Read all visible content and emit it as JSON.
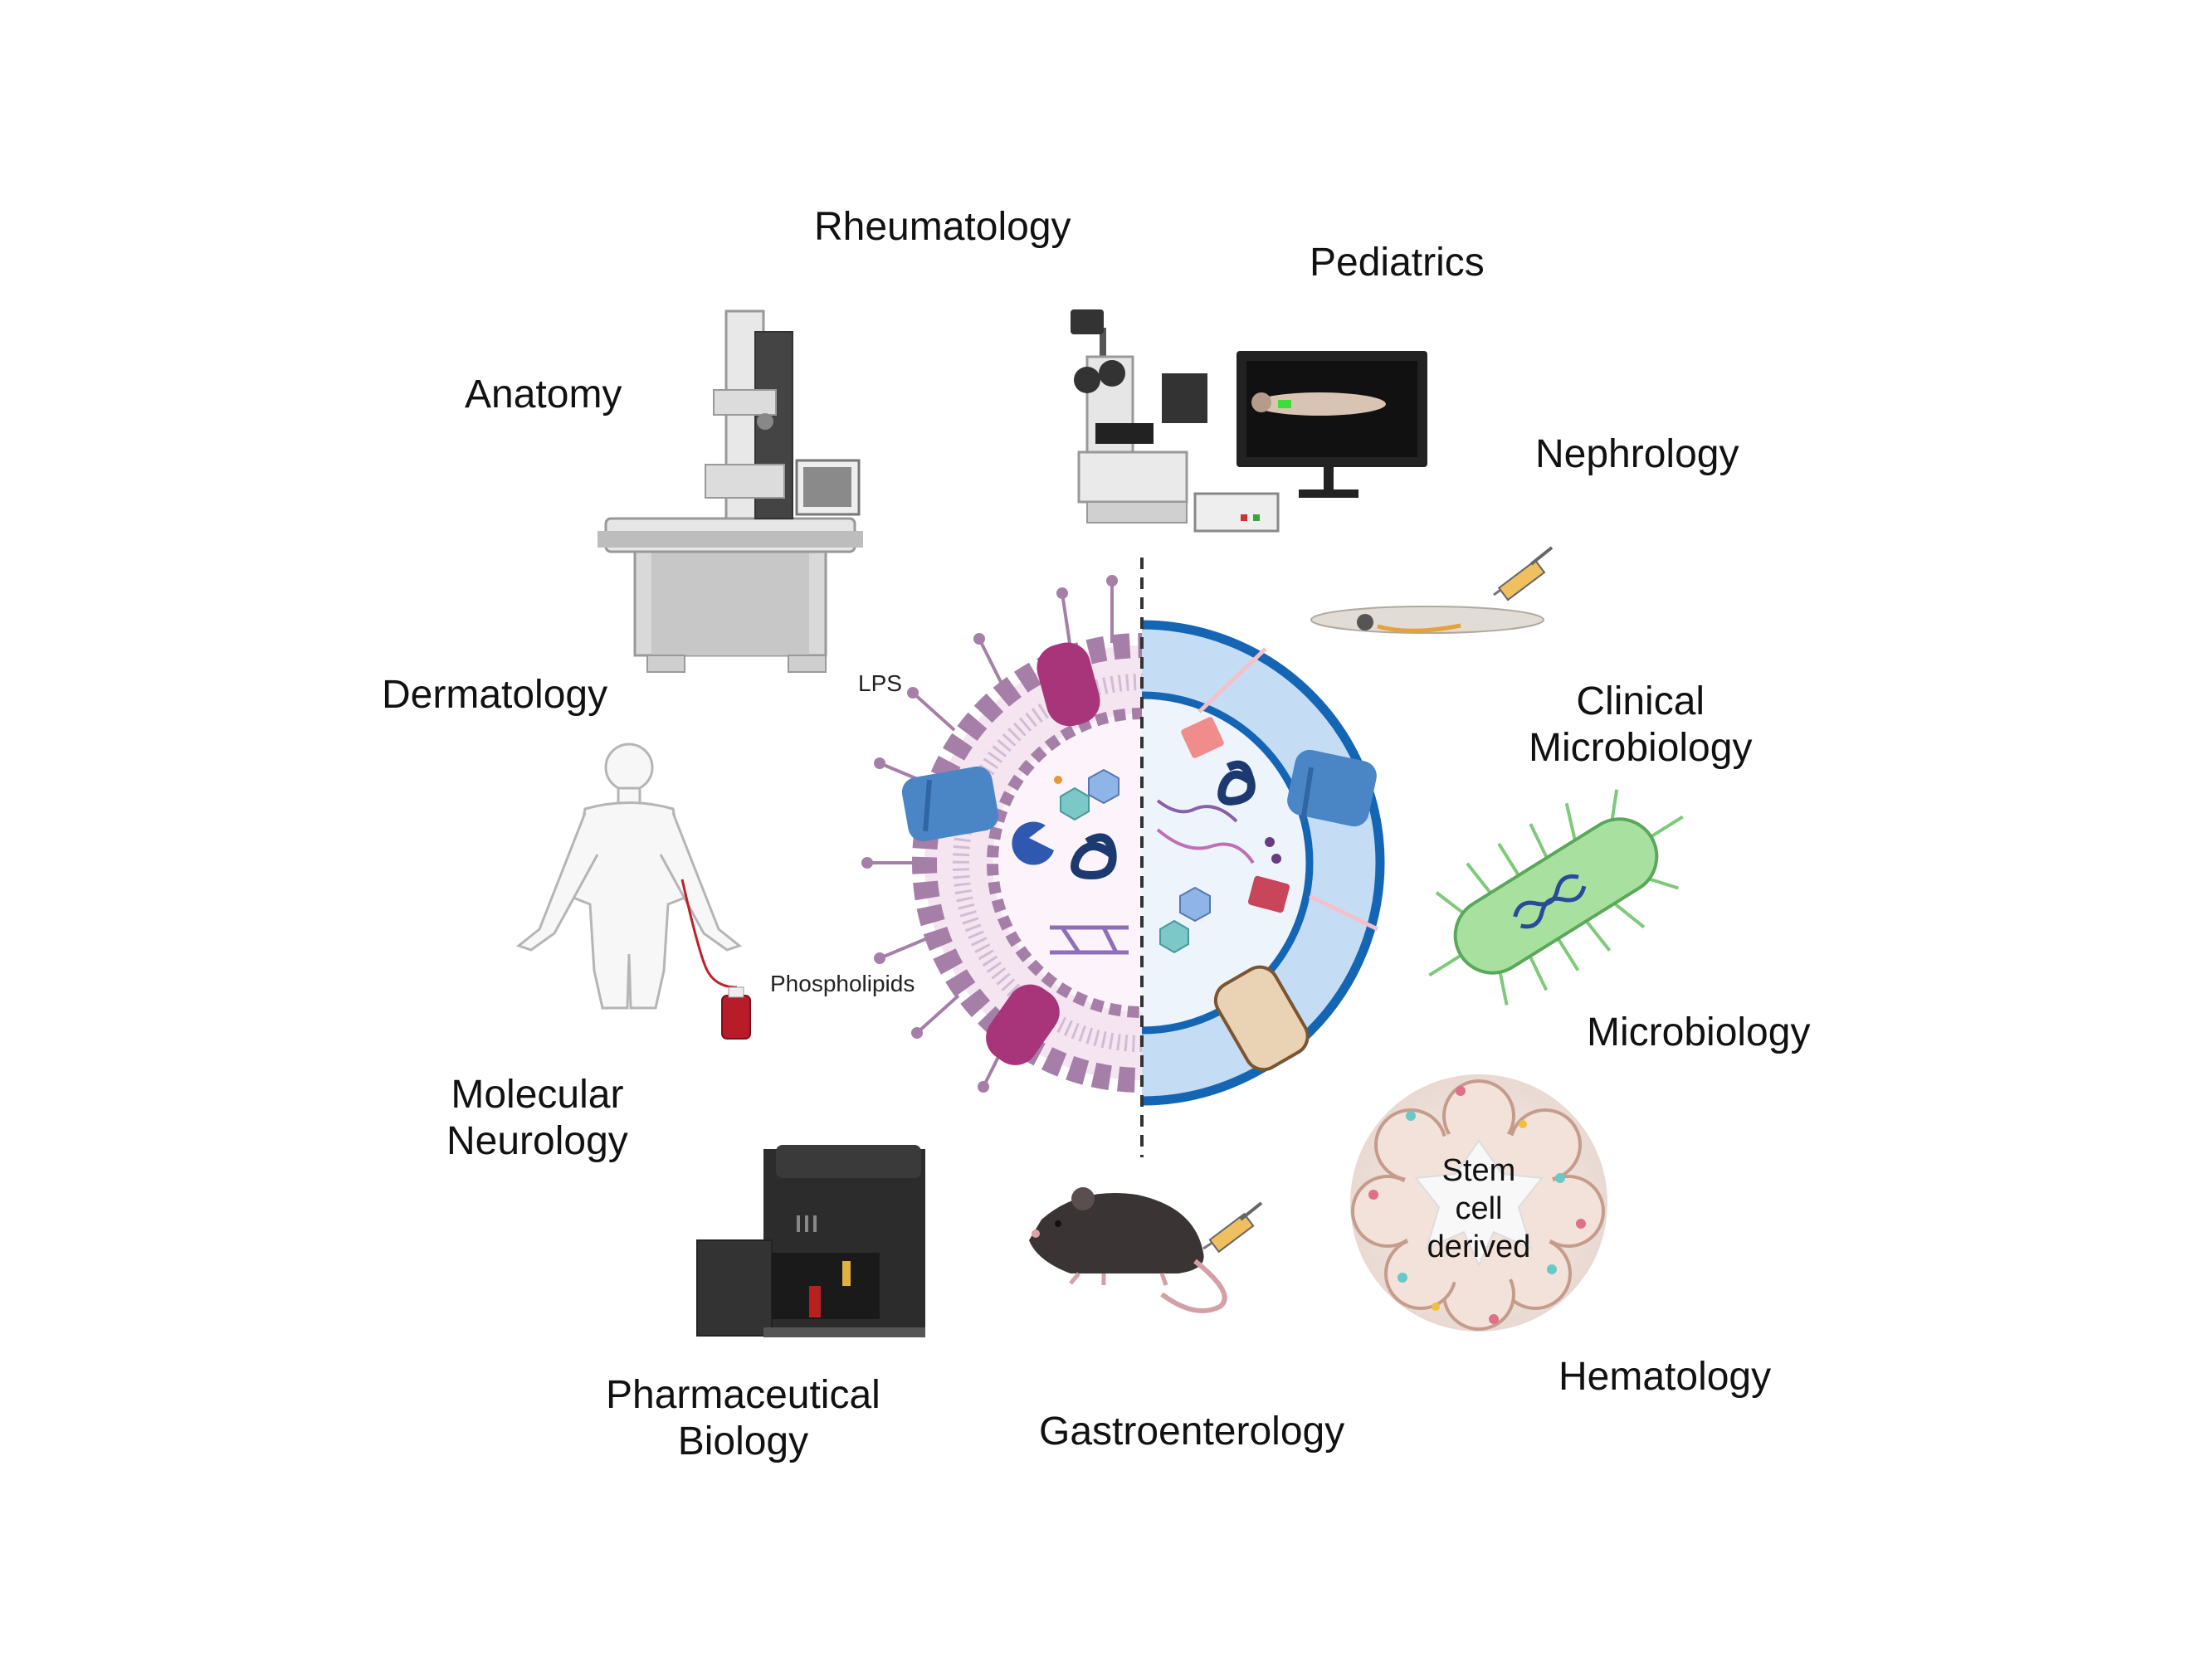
{
  "labels": {
    "rheumatology": "Rheumatology",
    "pediatrics": "Pediatrics",
    "anatomy": "Anatomy",
    "nephrology": "Nephrology",
    "dermatology": "Dermatology",
    "clinical_microbiology": [
      "Clinical",
      "Microbiology"
    ],
    "microbiology": "Microbiology",
    "molecular_neurology": [
      "Molecular",
      "Neurology"
    ],
    "hematology": "Hematology",
    "pharmaceutical_biology": [
      "Pharmaceutical",
      "Biology"
    ],
    "gastroenterology": "Gastroenterology"
  },
  "cell_labels": {
    "lps": "LPS",
    "phospholipids": "Phospholipids"
  },
  "organoid_text": [
    "Stem",
    "cell",
    "derived"
  ],
  "icons": [
    "electron-microscope-icon",
    "fluorescence-microscope-icon",
    "monitor-icon",
    "zebrafish-icon",
    "syringe-icon",
    "human-body-icon",
    "blood-bag-icon",
    "bacterium-icon",
    "organoid-icon",
    "mouse-icon",
    "lab-analyzer-icon",
    "cell-envelope-icon"
  ],
  "colors": {
    "gram_negative_membrane": "#a67fa8",
    "gram_positive_wall": "#c5dcf5",
    "wall_border": "#1565b5",
    "porin": "#4a86c5",
    "protein_magenta": "#a8347a",
    "bacterium_green": "#a8e0a0"
  }
}
